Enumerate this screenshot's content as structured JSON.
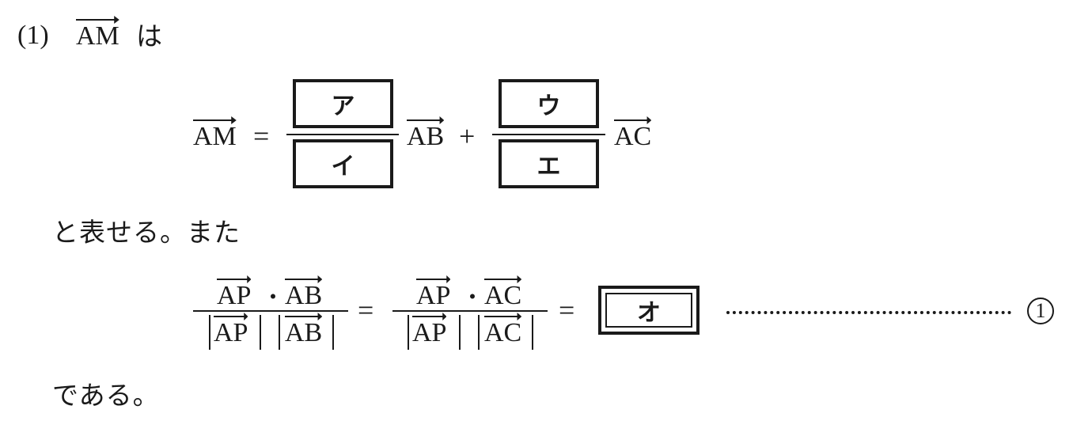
{
  "problem": {
    "number_label": "(1)",
    "subject_vector": "AM",
    "particle_wa": "は"
  },
  "equation1": {
    "lhs_vector": "AM",
    "equals": "=",
    "plus": "+",
    "term1": {
      "numerator_box": "ア",
      "denominator_box": "イ",
      "vector": "AB"
    },
    "term2": {
      "numerator_box": "ウ",
      "denominator_box": "エ",
      "vector": "AC"
    }
  },
  "text_middle": "と表せる。また",
  "equation2": {
    "frac1": {
      "num_left_vector": "AP",
      "dot": "・",
      "num_right_vector": "AB",
      "den_left_vector": "AP",
      "den_right_vector": "AB"
    },
    "equals1": "=",
    "frac2": {
      "num_left_vector": "AP",
      "dot": "・",
      "num_right_vector": "AC",
      "den_left_vector": "AP",
      "den_right_vector": "AC"
    },
    "equals2": "=",
    "answer_box": "オ",
    "equation_number": "1"
  },
  "text_end": "である。"
}
